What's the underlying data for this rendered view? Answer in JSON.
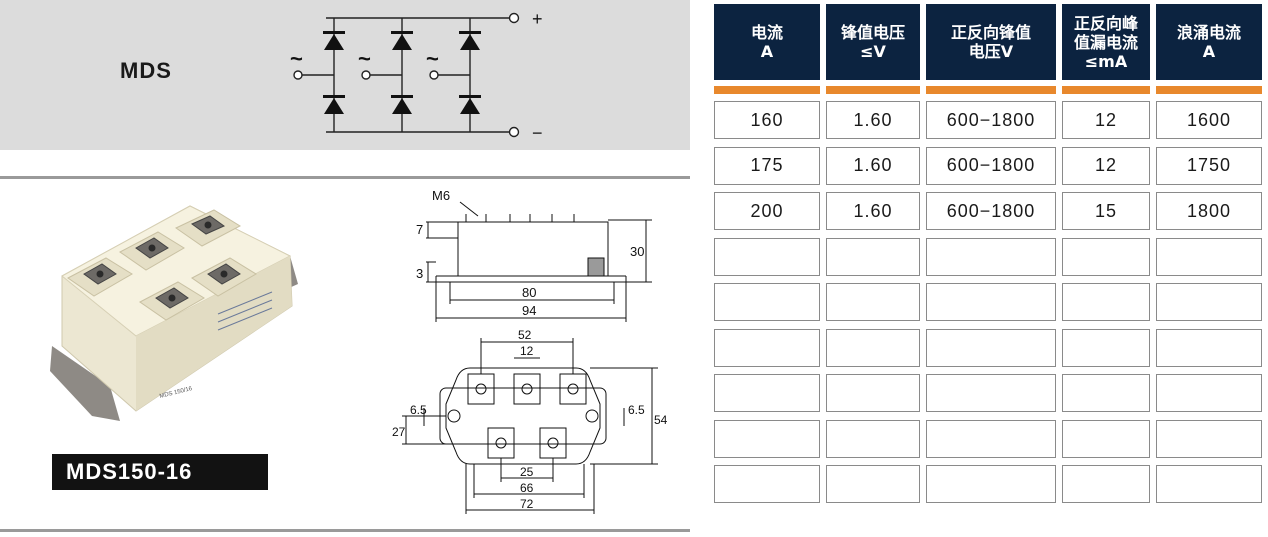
{
  "series": {
    "label": "MDS"
  },
  "circuit": {
    "ac_symbol": "~",
    "plus": "+",
    "minus": "−"
  },
  "product": {
    "model": "MDS150-16"
  },
  "side_drawing": {
    "thread": "M6",
    "dim_7": "7",
    "dim_3": "3",
    "dim_30": "30",
    "dim_80": "80",
    "dim_94": "94"
  },
  "top_drawing": {
    "dim_52": "52",
    "dim_12": "12",
    "dim_6_5_left": "6.5",
    "dim_27": "27",
    "dim_6_5_right": "6.5",
    "dim_54": "54",
    "dim_25": "25",
    "dim_66": "66",
    "dim_72": "72"
  },
  "table": {
    "headers": [
      "电流\nA",
      "锋值电压\n≤V",
      "正反向锋值\n电压V",
      "正反向峰\n值漏电流\n≤mA",
      "浪涌电流\nA"
    ],
    "rows": [
      [
        "160",
        "1.60",
        "600−1800",
        "12",
        "1600"
      ],
      [
        "175",
        "1.60",
        "600−1800",
        "12",
        "1750"
      ],
      [
        "200",
        "1.60",
        "600−1800",
        "15",
        "1800"
      ],
      [
        "",
        "",
        "",
        "",
        ""
      ],
      [
        "",
        "",
        "",
        "",
        ""
      ],
      [
        "",
        "",
        "",
        "",
        ""
      ],
      [
        "",
        "",
        "",
        "",
        ""
      ],
      [
        "",
        "",
        "",
        "",
        ""
      ],
      [
        "",
        "",
        "",
        "",
        ""
      ]
    ]
  },
  "colors": {
    "header_bg": "#0c2340",
    "accent": "#e8882c",
    "banner_bg": "#dcdcdc"
  }
}
